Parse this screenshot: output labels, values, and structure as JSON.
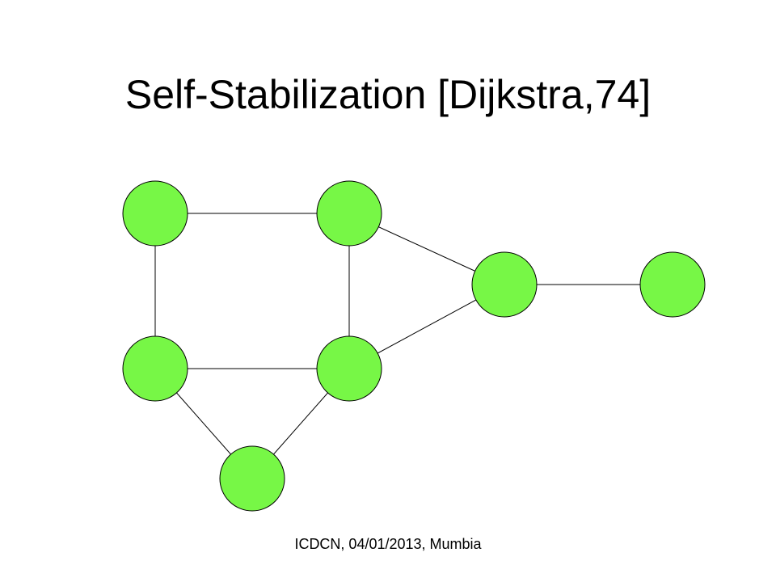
{
  "slide": {
    "title": "Self-Stabilization [Dijkstra,74]",
    "footer": "ICDCN, 04/01/2013, Mumbia"
  },
  "graph": {
    "node_color": "#77f746",
    "edge_color": "#000000",
    "nodes": [
      {
        "id": "top-left"
      },
      {
        "id": "top-middle"
      },
      {
        "id": "right-middle"
      },
      {
        "id": "far-right"
      },
      {
        "id": "bottom-left"
      },
      {
        "id": "bottom-middle"
      },
      {
        "id": "bottom"
      }
    ],
    "edges": [
      [
        "top-left",
        "top-middle"
      ],
      [
        "top-left",
        "bottom-left"
      ],
      [
        "top-middle",
        "bottom-middle"
      ],
      [
        "top-middle",
        "right-middle"
      ],
      [
        "right-middle",
        "far-right"
      ],
      [
        "right-middle",
        "bottom-middle"
      ],
      [
        "bottom-left",
        "bottom-middle"
      ],
      [
        "bottom-left",
        "bottom"
      ],
      [
        "bottom-middle",
        "bottom"
      ]
    ]
  }
}
